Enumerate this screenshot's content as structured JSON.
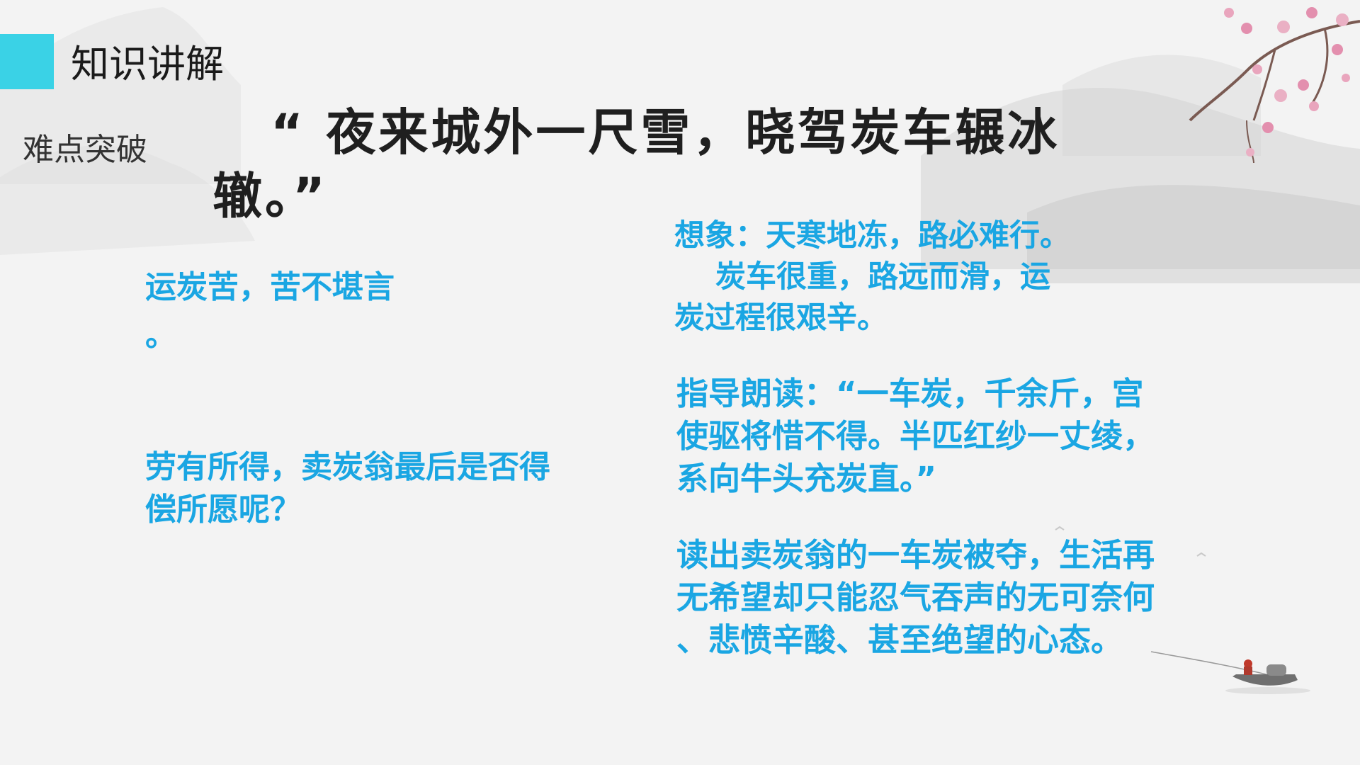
{
  "header": {
    "section_title": "知识讲解",
    "subheading": "难点突破"
  },
  "quote": {
    "line1": "“ 夜来城外一尺雪，晓驾炭车辗冰",
    "line2": "辙。”"
  },
  "left": {
    "point1_line1": "运炭苦，苦不堪言",
    "point1_line2": "。",
    "point2_line1": "劳有所得，卖炭翁最后是否得",
    "point2_line2": "偿所愿呢？"
  },
  "right": {
    "imagine_line1": "想象：天寒地冻，路必难行。",
    "imagine_line2": "炭车很重，路远而滑，运",
    "imagine_line3": "炭过程很艰辛。",
    "guide_line1": "指导朗读：“一车炭，千余斤，宫",
    "guide_line2": "使驱将惜不得。半匹红纱一丈绫，",
    "guide_line3": "系向牛头充炭直。”",
    "read_line1": "读出卖炭翁的一车炭被夺，生活再",
    "read_line2": "无希望却只能忍气吞声的无可奈何",
    "read_line3": "、悲愤辛酸、甚至绝望的心态。"
  },
  "colors": {
    "accent": "#3ad2e6",
    "highlight_text": "#1aa6e3",
    "background": "#f3f3f3"
  },
  "icons": [
    "ink-mountain-left",
    "plum-blossom-branch",
    "ink-mountain-right",
    "fishing-boat"
  ]
}
